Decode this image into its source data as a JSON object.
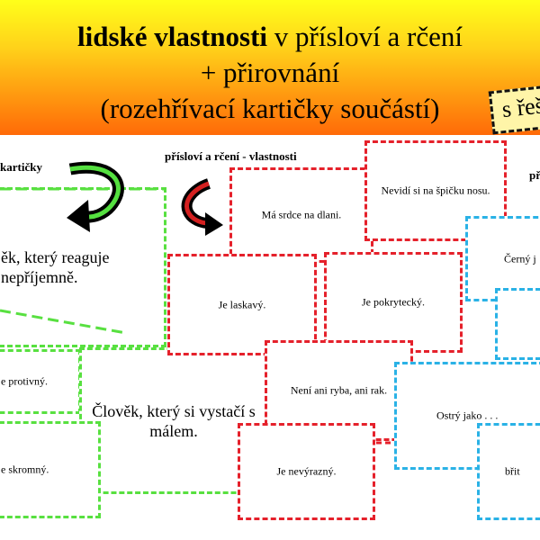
{
  "banner": {
    "line1_bold": "lidské vlastnosti",
    "line1_rest": " v přísloví a rčení",
    "line2": "+  přirovnání",
    "line3": "(rozehřívací kartičky součástí)"
  },
  "stamp": "s řeš",
  "headers": {
    "left": "kartičky",
    "center": "přísloví a rčení - vlastnosti",
    "right": "př"
  },
  "cards": {
    "srdce": "Má srdce na dlani.",
    "spicka": "Nevidí si na špičku nosu.",
    "cerny": "Černý j",
    "laskavy": "Je laskavý.",
    "pokrytecky": "Je pokrytecký.",
    "reaguje": "ěk, který reaguje nepříjemně.",
    "protivny": "e protivný.",
    "vystaci": "Člověk, který si vystačí s málem.",
    "ryba": "Není ani ryba, ani rak.",
    "ostry": "Ostrý jako . . .",
    "skromny": "e skromný.",
    "nevyrazny": "Je nevýrazný.",
    "brit": "břit"
  },
  "colors": {
    "red": "#e5212b",
    "green": "#58e040",
    "blue": "#2ab2e6"
  }
}
